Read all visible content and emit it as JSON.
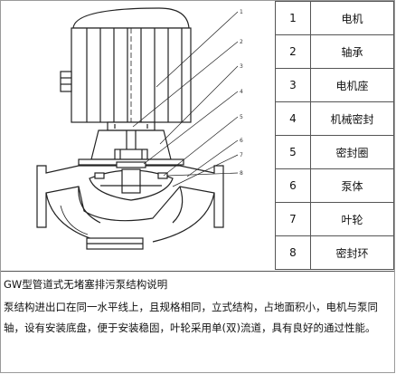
{
  "parts": [
    {
      "number": "1",
      "name": "电机"
    },
    {
      "number": "2",
      "name": "轴承"
    },
    {
      "number": "3",
      "name": "电机座"
    },
    {
      "number": "4",
      "name": "机械密封"
    },
    {
      "number": "5",
      "name": "密封圈"
    },
    {
      "number": "6",
      "name": "泵体"
    },
    {
      "number": "7",
      "name": "叶轮"
    },
    {
      "number": "8",
      "name": "密封环"
    }
  ],
  "diagram_callouts": [
    "1",
    "2",
    "3",
    "4",
    "5",
    "6",
    "7",
    "8"
  ],
  "caption": {
    "title": "GW型管道式无堵塞排污泵结构说明",
    "body": "泵结构进出口在同一水平线上，且规格相同，立式结构，占地面积小，电机与泵同轴，设有安装底盘，便于安装稳固，叶轮采用单(双)流道，具有良好的通过性能。"
  }
}
